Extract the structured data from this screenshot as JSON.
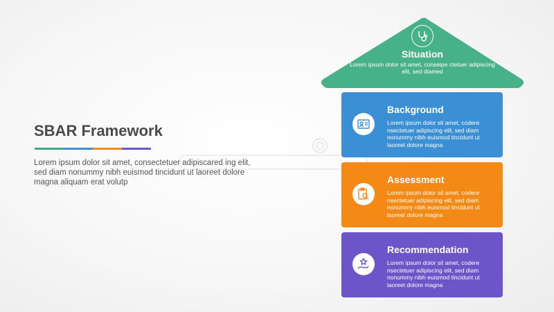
{
  "left": {
    "title": "SBAR Framework",
    "description": "Lorem ipsum dolor sit amet, consectetuer adipiscared ing elit, sed diam nonummy nibh euismod tincidunt ut laoreet dolore magna aliquam erat volutp",
    "underline_colors": [
      "#3daa83",
      "#3f8fd6",
      "#f28a1a",
      "#6e54c9"
    ]
  },
  "roof": {
    "title": "Situation",
    "description": "Lorem ipsum dolor sit amet, conseipe ctetuer adipiscing elit, sed diamed",
    "color": "#47b18a",
    "icon": "stethoscope-icon"
  },
  "cards": [
    {
      "title": "Background",
      "description": "Lorem ipsum dolor sit amet, codere nsectetuer adipiscing elit, sed diam nonummy nibh euismod tincidunt ut laoreet dolore magna",
      "color": "#3b8fd5",
      "icon": "profile-icon"
    },
    {
      "title": "Assessment",
      "description": "Lorem ipsum dolor sit amet, codere nsectetuer adipiscing elit, sed diam nonummy nibh euismod tincidunt ut laoreet dolore magna",
      "color": "#f48a15",
      "icon": "clipboard-search-icon"
    },
    {
      "title": "Recommendation",
      "description": "Lorem ipsum dolor sit amet, codere nsectetuer adipiscing elit, sed diam nonummy nibh euismod tincidunt ut laoreet dolore magna",
      "color": "#6b55c9",
      "icon": "hand-star-icon"
    }
  ]
}
